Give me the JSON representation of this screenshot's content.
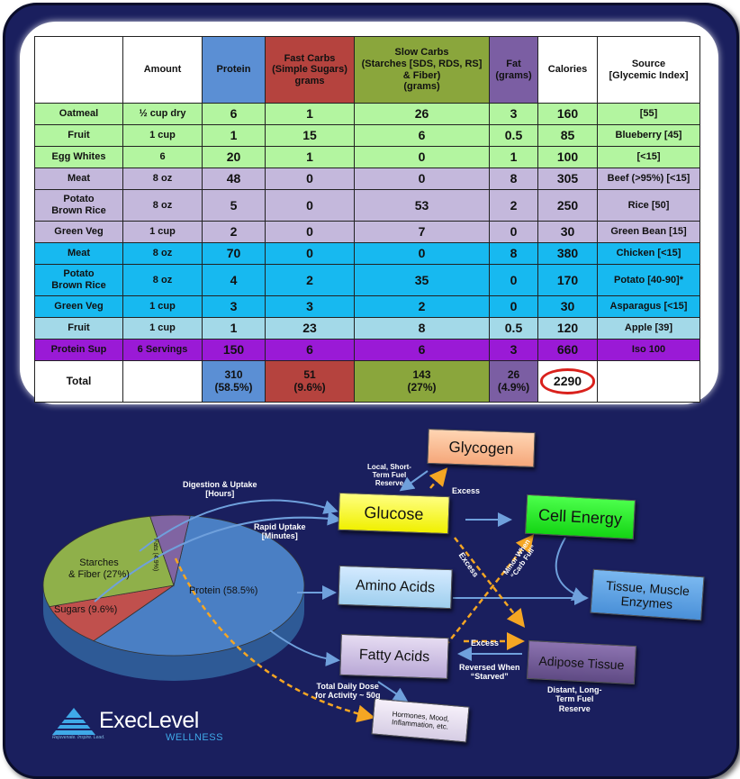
{
  "table": {
    "headers": [
      "",
      "Amount",
      "Protein",
      "Fast Carbs (Simple Sugars) grams",
      "Slow Carbs (Starches [SDS, RDS, RS] & Fiber) (grams)",
      "Fat (grams)",
      "Calories",
      "Source [Glycemic Index]"
    ],
    "header_lines": {
      "fast": [
        "Fast Carbs",
        "(Simple Sugars)",
        "grams"
      ],
      "slow": [
        "Slow Carbs",
        "(Starches [SDS, RDS, RS]",
        "& Fiber)",
        "(grams)"
      ],
      "fat": [
        "Fat",
        "(grams)"
      ],
      "source": [
        "Source",
        "[Glycemic Index]"
      ]
    },
    "rows": [
      {
        "food": "Oatmeal",
        "amount": "½ cup dry",
        "protein": "6",
        "fast": "1",
        "slow": "26",
        "fat": "3",
        "cal": "160",
        "source": "[55]",
        "bg": "#b3f5a0"
      },
      {
        "food": "Fruit",
        "amount": "1 cup",
        "protein": "1",
        "fast": "15",
        "slow": "6",
        "fat": "0.5",
        "cal": "85",
        "source": "Blueberry [45]",
        "bg": "#b3f5a0"
      },
      {
        "food": "Egg Whites",
        "amount": "6",
        "protein": "20",
        "fast": "1",
        "slow": "0",
        "fat": "1",
        "cal": "100",
        "source": "[<15]",
        "bg": "#b3f5a0"
      },
      {
        "food": "Meat",
        "amount": "8 oz",
        "protein": "48",
        "fast": "0",
        "slow": "0",
        "fat": "8",
        "cal": "305",
        "source": "Beef (>95%) [<15]",
        "bg": "#c4b8dc"
      },
      {
        "food": "Potato Brown Rice",
        "food_lines": [
          "Potato",
          "Brown Rice"
        ],
        "amount": "8 oz",
        "protein": "5",
        "fast": "0",
        "slow": "53",
        "fat": "2",
        "cal": "250",
        "source": "Rice [50]",
        "bg": "#c4b8dc"
      },
      {
        "food": "Green Veg",
        "amount": "1 cup",
        "protein": "2",
        "fast": "0",
        "slow": "7",
        "fat": "0",
        "cal": "30",
        "source": "Green Bean [15]",
        "bg": "#c4b8dc"
      },
      {
        "food": "Meat",
        "amount": "8 oz",
        "protein": "70",
        "fast": "0",
        "slow": "0",
        "fat": "8",
        "cal": "380",
        "source": "Chicken [<15]",
        "bg": "#17b9f0"
      },
      {
        "food": "Potato Brown Rice",
        "food_lines": [
          "Potato",
          "Brown Rice"
        ],
        "amount": "8 oz",
        "protein": "4",
        "fast": "2",
        "slow": "35",
        "fat": "0",
        "cal": "170",
        "source": "Potato [40-90]*",
        "bg": "#17b9f0"
      },
      {
        "food": "Green Veg",
        "amount": "1 cup",
        "protein": "3",
        "fast": "3",
        "slow": "2",
        "fat": "0",
        "cal": "30",
        "source": "Asparagus [<15]",
        "bg": "#17b9f0"
      },
      {
        "food": "Fruit",
        "amount": "1 cup",
        "protein": "1",
        "fast": "23",
        "slow": "8",
        "fat": "0.5",
        "cal": "120",
        "source": "Apple [39]",
        "bg": "#a3d9e8"
      },
      {
        "food": "Protein Sup",
        "amount": "6 Servings",
        "protein": "150",
        "fast": "6",
        "slow": "6",
        "fat": "3",
        "cal": "660",
        "source": "Iso 100",
        "bg": "#9a1ad6"
      }
    ],
    "total": {
      "label": "Total",
      "protein": "310",
      "protein_pct": "(58.5%)",
      "fast": "51",
      "fast_pct": "(9.6%)",
      "slow": "143",
      "slow_pct": "(27%)",
      "fat": "26",
      "fat_pct": "(4.9%)",
      "cal": "2290"
    },
    "colors": {
      "protein": "#5b8fd4",
      "fast": "#b5433e",
      "slow": "#8aa63c",
      "fat": "#7b5ea3",
      "oval": "#d9211c"
    }
  },
  "pie": {
    "slices": [
      {
        "label": "Protein (58.5%)",
        "value": 58.5,
        "color": "#4a7fc4"
      },
      {
        "label": "Sugars (9.6%)",
        "value": 9.6,
        "color": "#c0504d"
      },
      {
        "label": "Starches & Fiber (27%)",
        "value": 27,
        "color": "#8fb04a"
      },
      {
        "label": "Fats (4.9%)",
        "value": 4.9,
        "color": "#8064a2"
      }
    ],
    "starches_lines": [
      "Starches",
      "& Fiber (27%)"
    ]
  },
  "diagram": {
    "glycogen": "Glycogen",
    "glucose": "Glucose",
    "cell_energy": "Cell Energy",
    "amino_acids": "Amino Acids",
    "tissue_lines": [
      "Tissue, Muscle",
      "Enzymes"
    ],
    "fatty_acids": "Fatty Acids",
    "adipose": "Adipose Tissue",
    "hormones_lines": [
      "Hormones, Mood,",
      "Inflammation, etc."
    ],
    "labels": {
      "digestion": [
        "Digestion & Uptake",
        "[Hours]"
      ],
      "rapid": [
        "Rapid Uptake",
        "[Minutes]"
      ],
      "local": [
        "Local, Short-",
        "Term Fuel",
        "Reserve"
      ],
      "excess_top": "Excess",
      "excess_diag": "Excess",
      "minor": [
        "Minor When",
        "“Carb Full”"
      ],
      "excess_fat": "Excess",
      "reversed": [
        "Reversed When",
        "“Starved”"
      ],
      "distant": [
        "Distant, Long-",
        "Term Fuel",
        "Reserve"
      ],
      "total_dose": [
        "Total Daily Dose",
        "for Activity ~ 50g"
      ]
    }
  },
  "logo": {
    "name": "ExecLevel",
    "sub": "WELLNESS",
    "tagline": "Rejuvenate. Inspire. Lead."
  }
}
